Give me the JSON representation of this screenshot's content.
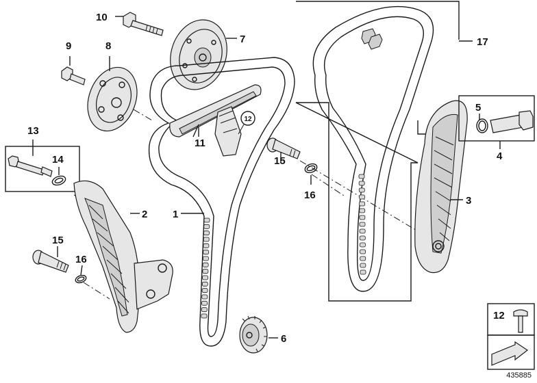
{
  "diagram": {
    "callouts": {
      "c1": "1",
      "c2": "2",
      "c3": "3",
      "c4": "4",
      "c5": "5",
      "c6": "6",
      "c7": "7",
      "c8": "8",
      "c9": "9",
      "c10": "10",
      "c11": "11",
      "c12_circle": "12",
      "c13": "13",
      "c14": "14",
      "c15a": "15",
      "c15b": "15",
      "c16a": "16",
      "c16b": "16",
      "c17": "17",
      "c12_box": "12"
    },
    "reference_number": "435885"
  }
}
